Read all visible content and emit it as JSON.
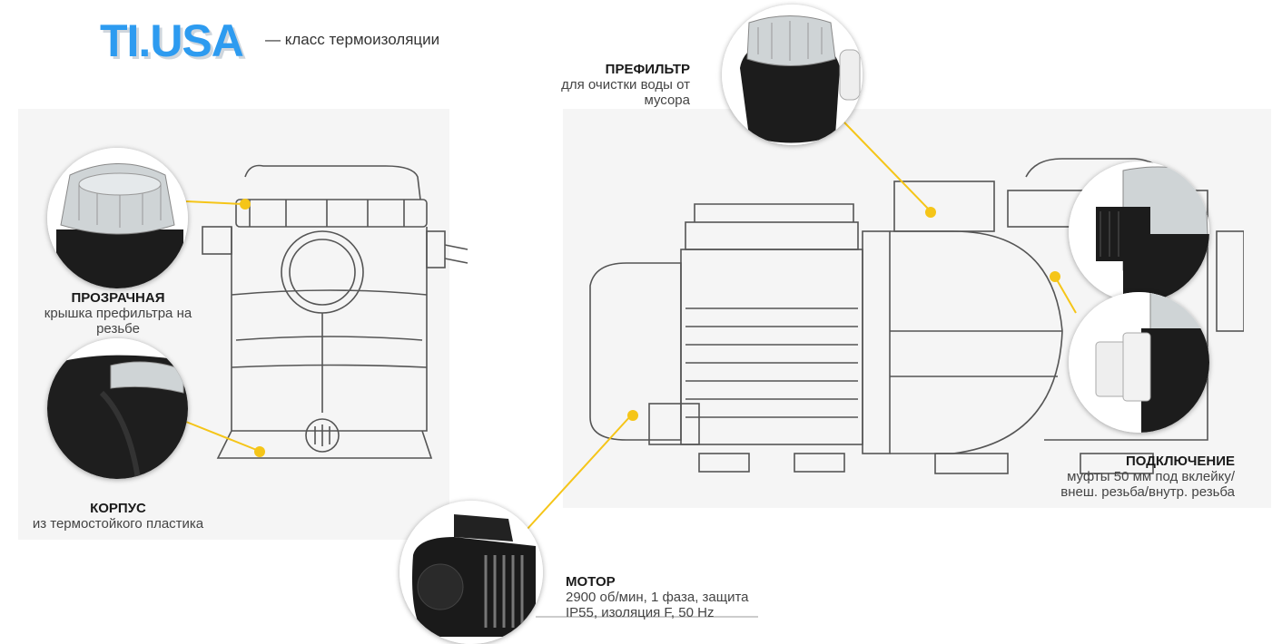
{
  "logo": {
    "brand": "TI.USA",
    "subtitle": "— класс термоизоляции"
  },
  "callouts": {
    "prefilter": {
      "title": "ПРЕФИЛЬТР",
      "text": "для очистки воды от мусора"
    },
    "transparent": {
      "title": "ПРОЗРАЧНАЯ",
      "text": "крышка префильтра на резьбе"
    },
    "body": {
      "title": "КОРПУС",
      "text": "из термостойкого пластика"
    },
    "connection": {
      "title": "ПОДКЛЮЧЕНИЕ",
      "text": "муфты 50 мм под вклейку/ внеш. резьба/внутр. резьба"
    },
    "motor": {
      "title": "МОТОР",
      "text": "2900 об/мин, 1 фаза, защита IP55, изоляция F, 50 Hz"
    }
  },
  "colors": {
    "accent": "#2d9bf0",
    "marker": "#f5c518",
    "line": "#555555"
  }
}
